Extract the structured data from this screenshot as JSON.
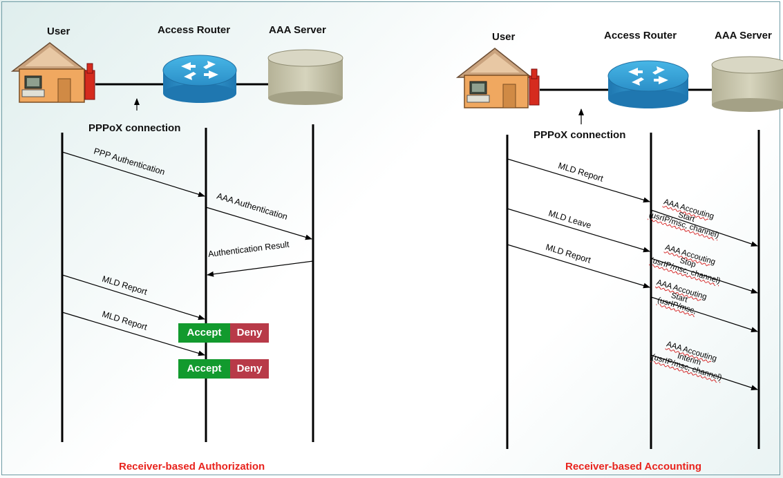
{
  "colors": {
    "accept": "#129a2e",
    "deny": "#b83a48",
    "caption": "#e8231d",
    "lifeline": "#000000"
  },
  "left": {
    "headers": {
      "user": "User",
      "router": "Access Router",
      "server": "AAA Server"
    },
    "connection_label": "PPPoX connection",
    "messages": {
      "m1": "PPP Authentication",
      "m2": "AAA Authentication",
      "m3": "Authentication Result",
      "m4": "MLD Report",
      "m5": "MLD Report"
    },
    "decision1": {
      "accept": "Accept",
      "deny": "Deny"
    },
    "decision2": {
      "accept": "Accept",
      "deny": "Deny"
    },
    "caption": "Receiver-based Authorization"
  },
  "right": {
    "headers": {
      "user": "User",
      "router": "Access Router",
      "server": "AAA Server"
    },
    "connection_label": "PPPoX connection",
    "messages": {
      "m1": "MLD Report",
      "m2": "MLD Leave",
      "m3": "MLD Report"
    },
    "accounting": [
      {
        "l1": "AAA Accouting",
        "l2": "Start",
        "l3": "(usrIP/msc, channel)"
      },
      {
        "l1": "AAA Accouting",
        "l2": "Stop",
        "l3": "(usrIP/msc, channel)"
      },
      {
        "l1": "AAA Accouting",
        "l2": "Start",
        "l3": "(usrIP/msc,"
      },
      {
        "l1": "AAA Accouting",
        "l2": "Interim",
        "l3": "(usrIP/msc, channel)"
      }
    ],
    "caption": "Receiver-based Accounting"
  }
}
